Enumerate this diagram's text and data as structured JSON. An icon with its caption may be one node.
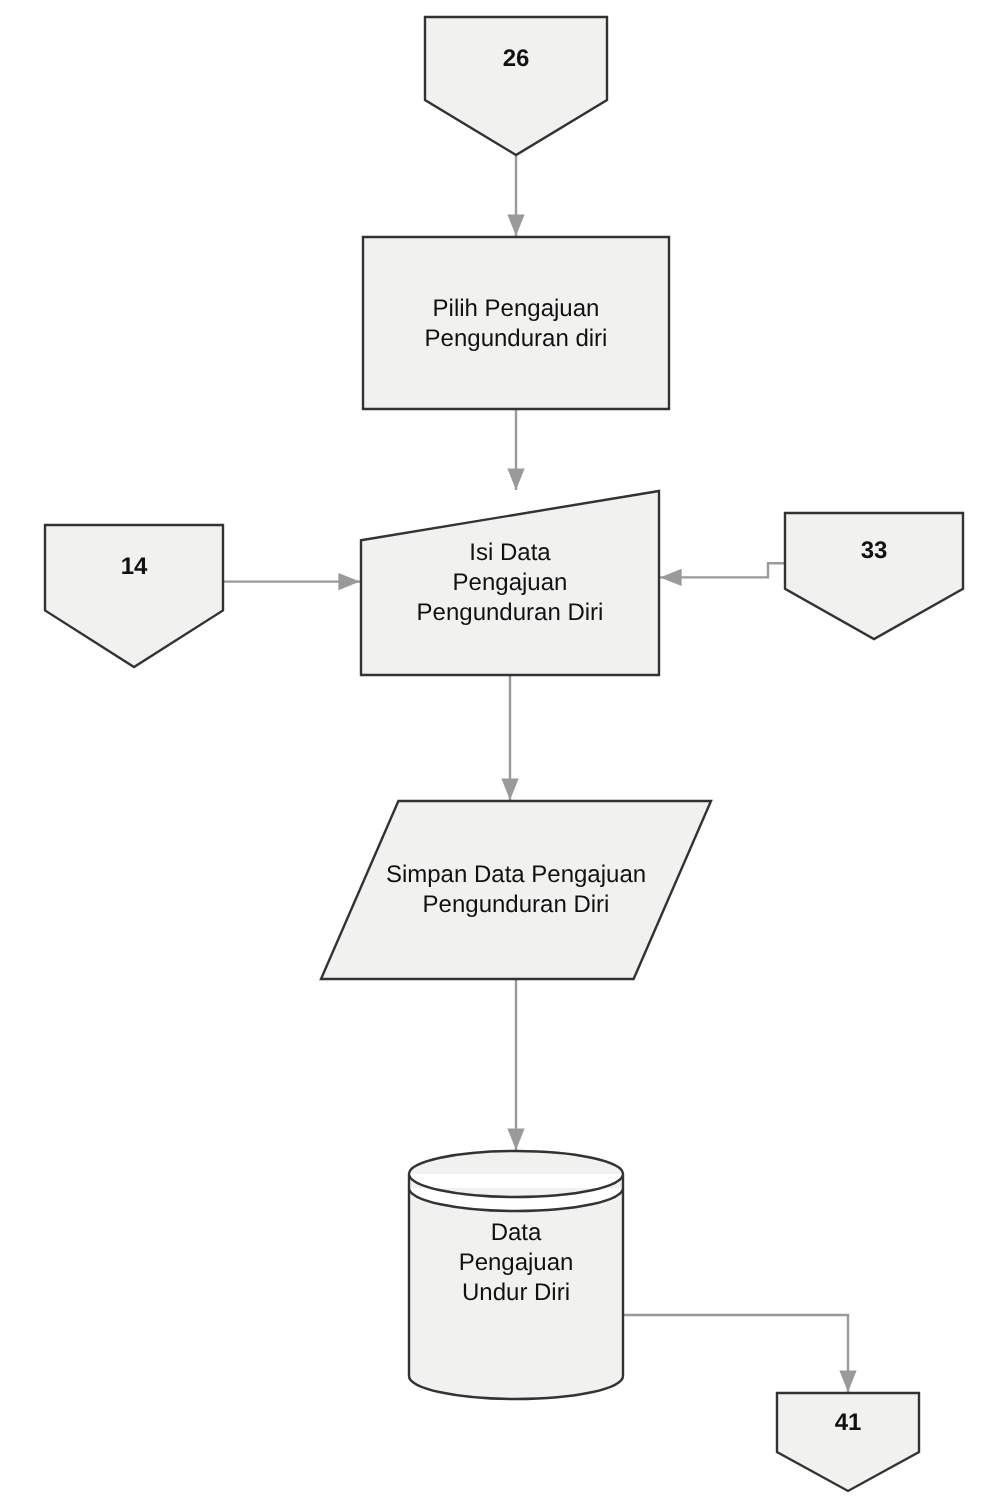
{
  "diagram": {
    "nodes": [
      {
        "text": [
          "26"
        ]
      },
      {
        "text": [
          "Pilih Pengajuan Pengunduran diri"
        ]
      },
      {
        "text": [
          "14"
        ]
      },
      {
        "text": [
          "33"
        ]
      },
      {
        "text": [
          "Isi Data Pengajuan Pengunduran Diri"
        ]
      },
      {
        "text": [
          "Simpan Data Pengajuan Pengunduran Diri"
        ]
      },
      {
        "text": [
          "Data Pengajuan Undur Diri"
        ]
      },
      {
        "text": [
          "41"
        ]
      }
    ],
    "edges": [
      {
        "from": 0,
        "to": 1,
        "arrow": "to"
      },
      {
        "from": 1,
        "to": 4,
        "arrow": "to"
      },
      {
        "from": 2,
        "to": 4,
        "arrow": "to"
      },
      {
        "from": 3,
        "to": 4,
        "arrow": "to"
      },
      {
        "from": 4,
        "to": 5,
        "arrow": "to"
      },
      {
        "from": 5,
        "to": 6,
        "arrow": "to"
      },
      {
        "from": 6,
        "to": 7,
        "arrow": "to"
      }
    ]
  }
}
